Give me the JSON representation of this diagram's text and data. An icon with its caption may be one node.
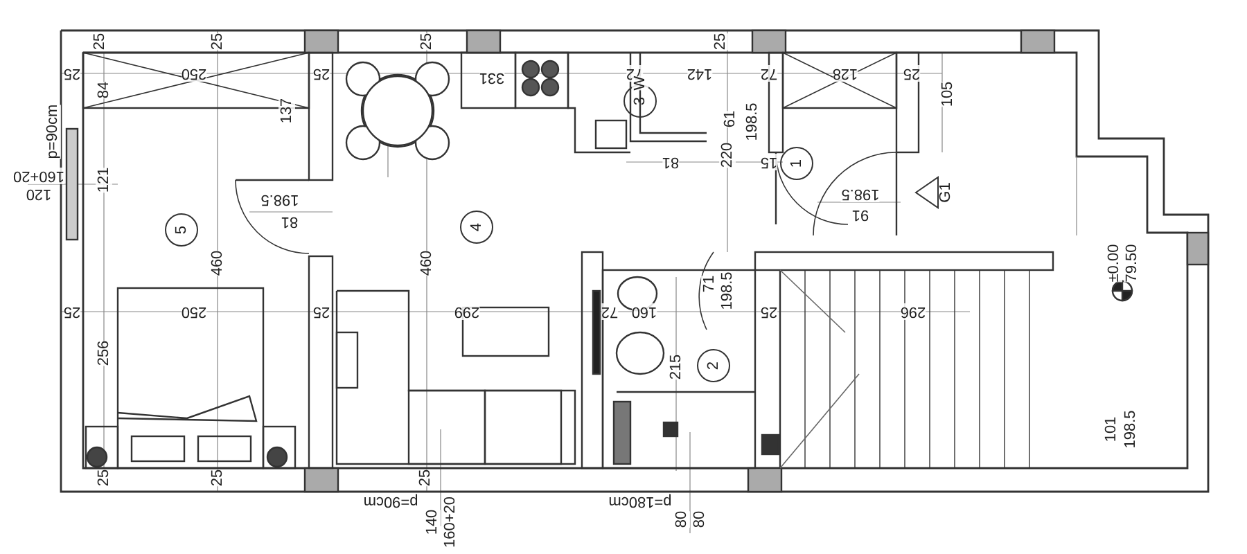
{
  "diagram": {
    "nodes": [
      {
        "text": [
          "3"
        ]
      },
      {
        "text": [
          "1"
        ]
      },
      {
        "text": [
          "4"
        ]
      },
      {
        "text": [
          "5"
        ]
      },
      {
        "text": [
          "2"
        ]
      },
      {
        "text": [
          "G1"
        ]
      }
    ],
    "labels": [
      "25",
      "25",
      "25",
      "25",
      "25",
      "250",
      "25",
      "331",
      "72",
      "W",
      "142",
      "72",
      "128",
      "25",
      "84",
      "137",
      "105",
      "p=90cm",
      "160+20",
      "120",
      "121",
      "198.5",
      "81",
      "61",
      "198.5",
      "220",
      "81",
      "15",
      "198.5",
      "91",
      "460",
      "460",
      "±0.00",
      "79.50",
      "71",
      "198.5",
      "25",
      "250",
      "25",
      "299",
      "72",
      "160",
      "25",
      "296",
      "256",
      "215",
      "101",
      "198.5",
      "25",
      "25",
      "25",
      "p=90cm",
      "140",
      "160+20",
      "p=180cm",
      "80",
      "80"
    ]
  }
}
